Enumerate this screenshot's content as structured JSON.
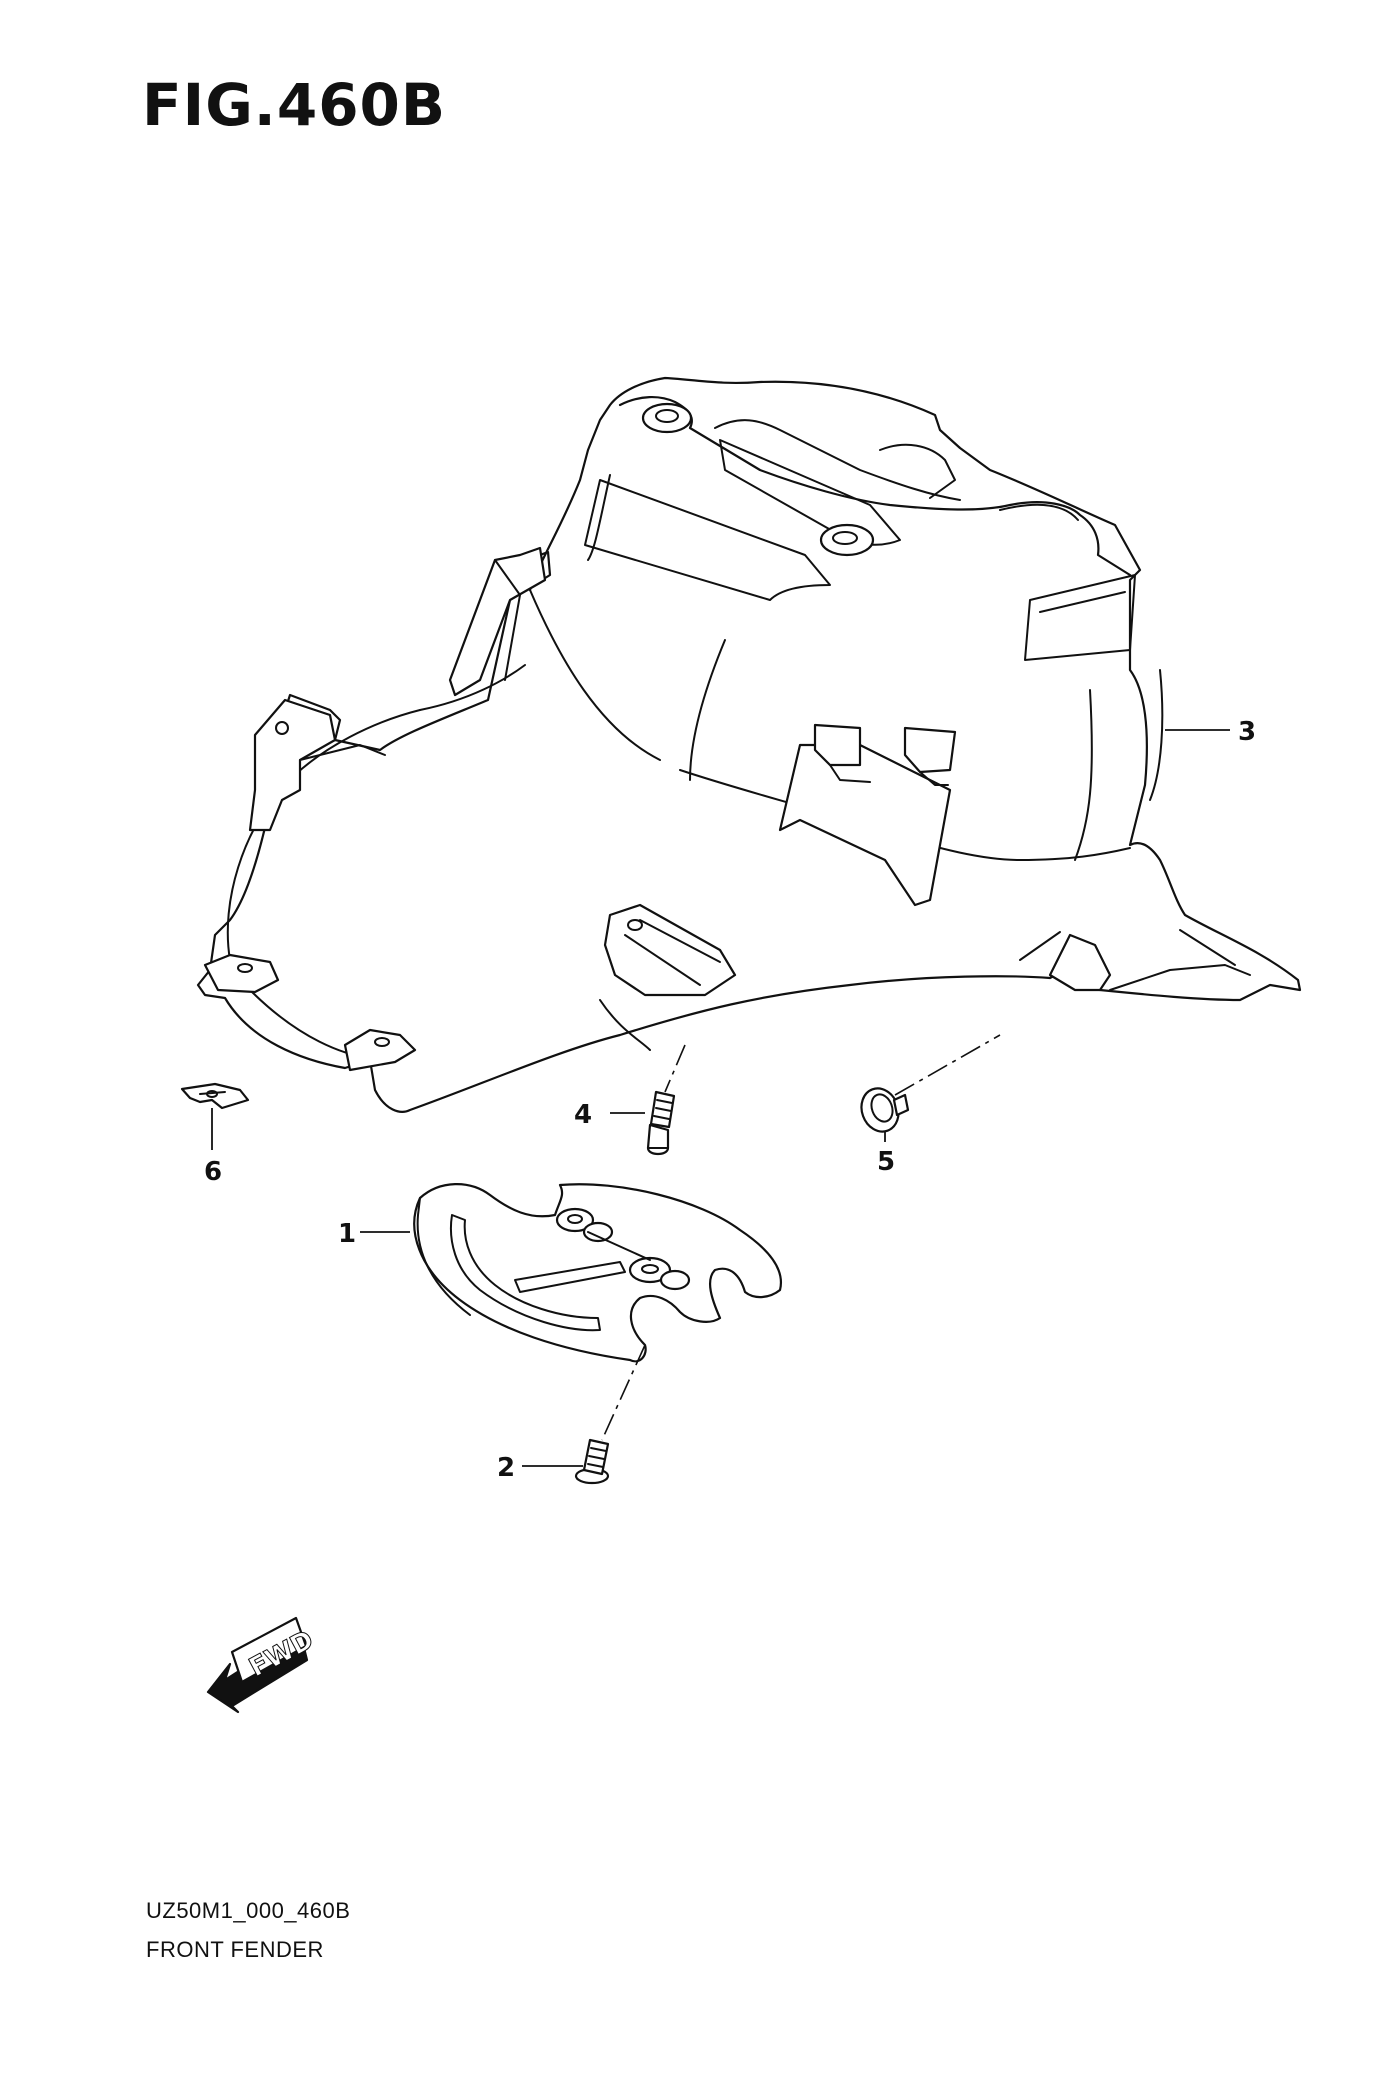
{
  "figure": {
    "title": "FIG.460B",
    "code": "UZ50M1_000_460B",
    "name": "FRONT FENDER"
  },
  "callouts": [
    {
      "id": "1",
      "label": "1"
    },
    {
      "id": "2",
      "label": "2"
    },
    {
      "id": "3",
      "label": "3"
    },
    {
      "id": "4",
      "label": "4"
    },
    {
      "id": "5",
      "label": "5"
    },
    {
      "id": "6",
      "label": "6"
    }
  ],
  "fwd_badge": {
    "label": "FWD"
  }
}
